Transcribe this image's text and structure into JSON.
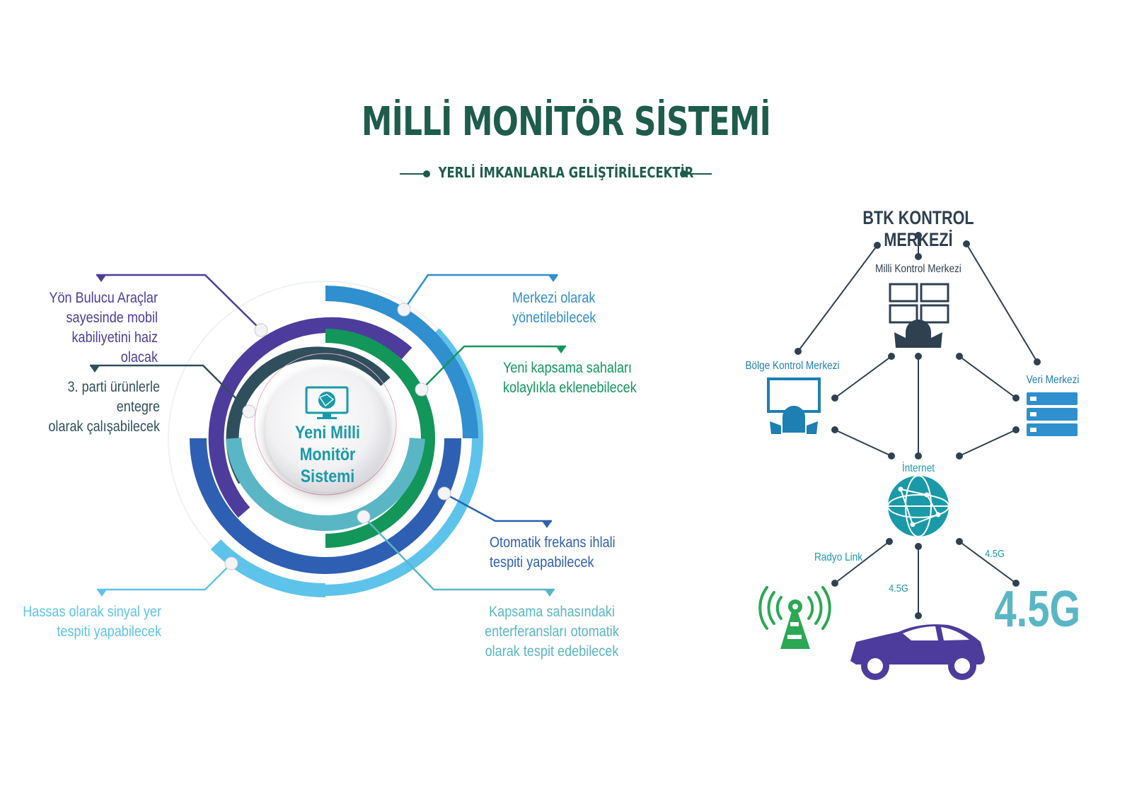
{
  "header": {
    "title": "MİLLİ MONİTÖR SİSTEMİ",
    "subtitle": "YERLİ İMKANLARLA GELİŞTİRİLECEKTİR"
  },
  "center": {
    "line1": "Yeni Milli",
    "line2": "Monitör Sistemi",
    "icon": "monitor-globe-icon"
  },
  "features": {
    "f1": {
      "l1": "Yön Bulucu Araçlar",
      "l2": "sayesinde mobil",
      "l3": "kabiliyetini haiz olacak",
      "color": "#4e3c9c"
    },
    "f2": {
      "l1": "3. parti ürünlerle entegre",
      "l2": "olarak çalışabilecek",
      "color": "#2f4f5c"
    },
    "f3": {
      "l1": "Hassas olarak sinyal yer",
      "l2": "tespiti yapabilecek",
      "color": "#5ec3ea"
    },
    "f4": {
      "l1": "Merkezi olarak",
      "l2": "yönetilebilecek",
      "color": "#2f8fcf"
    },
    "f5": {
      "l1": "Yeni kapsama sahaları",
      "l2": "kolaylıkla eklenebilecek",
      "color": "#12965a"
    },
    "f6": {
      "l1": "Otomatik frekans ihlali",
      "l2": "tespiti yapabilecek",
      "color": "#2e5fb3"
    },
    "f7": {
      "l1": "Kapsama sahasındaki",
      "l2": "enterferansları otomatik",
      "l3": "olarak tespit edebilecek",
      "color": "#5ab6c4"
    }
  },
  "network": {
    "title": "BTK KONTROL MERKEZİ",
    "national_center": "Milli Kontrol Merkezi",
    "regional_center": "Bölge Kontrol Merkezi",
    "data_center": "Veri Merkezi",
    "internet": "İnternet",
    "radio_link": "Radyo Link",
    "g_right": "4.5G",
    "g_car": "4.5G",
    "big_4g": "4.5G"
  },
  "colors": {
    "dark_green": "#1e5c4c",
    "network_dark": "#2f4050",
    "network_blue": "#1e7fb3",
    "internet_teal": "#1a9aa8",
    "antenna_green": "#2aa854",
    "car_purple": "#4e3c9c",
    "big_4g_teal": "#5ab6c4"
  }
}
